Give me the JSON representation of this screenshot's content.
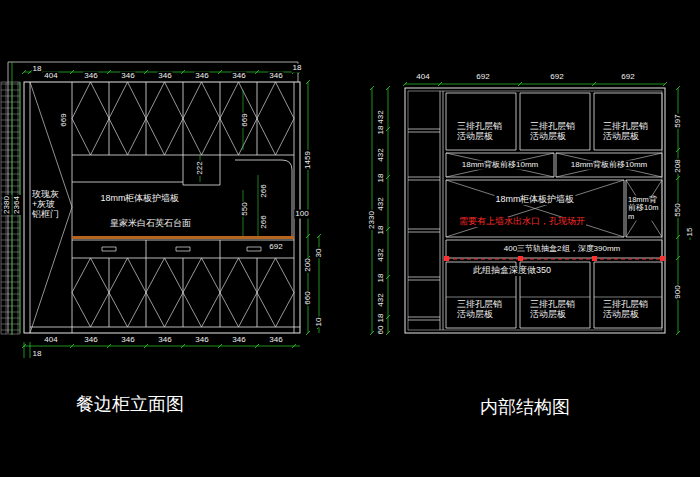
{
  "diagram": {
    "labels": [
      "18",
      "404",
      "346",
      "346",
      "346",
      "346",
      "346",
      "346",
      "18",
      "2380",
      "2364",
      "玫瑰灰 +灰玻 铝框门",
      "669",
      "669",
      "222",
      "1459",
      "266",
      "18mm柜体板护墙板",
      "550",
      "266",
      "100",
      "皇家米白石英石台面",
      "692",
      "30",
      "200",
      "660",
      "10",
      "404",
      "346",
      "346",
      "346",
      "346",
      "346",
      "346",
      "18",
      "餐边柜立面图",
      "404",
      "692",
      "692",
      "692",
      "432",
      "18",
      "432",
      "18",
      "432",
      "18",
      "432",
      "18",
      "432",
      "18",
      "60",
      "2330",
      "597",
      "208",
      "550",
      "15",
      "900",
      "三排孔层销 活动层板",
      "三排孔层销 活动层板",
      "三排孔层销 活动层板",
      "18mm背板前移10mm",
      "18mm背板前移10mm",
      "18mm柜体板护墙板",
      "18mm背前移10mm",
      "需要有上墙水出水口，孔现场开",
      "400三节轨抽盒2组，深度390mm",
      "此组抽盒深度做350",
      "三排孔层销 活动层板",
      "三排孔层销 活动层板",
      "三排孔层销 活动层板",
      "内部结构图"
    ]
  }
}
